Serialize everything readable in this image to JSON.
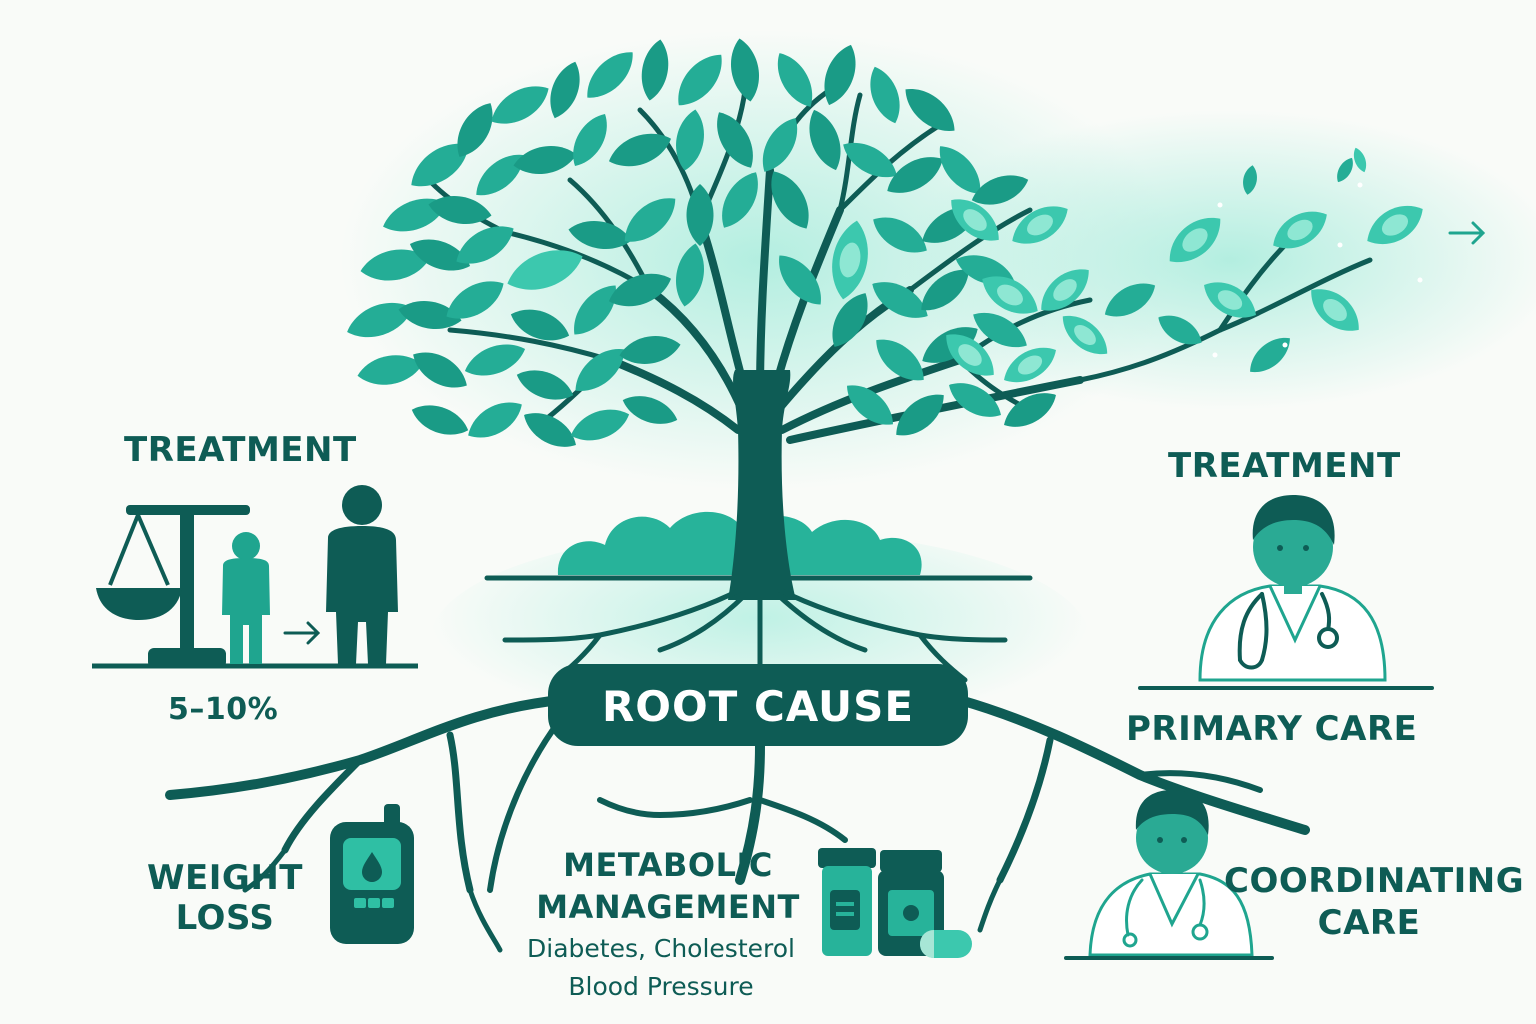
{
  "colors": {
    "background": "#f9fbf8",
    "dark_teal": "#0e5c55",
    "teal": "#1fa58f",
    "light_teal": "#3cc8ae",
    "glow": "#a7ecdc"
  },
  "root": {
    "label": "ROOT CAUSE"
  },
  "left_treatment": {
    "heading": "TREATMENT",
    "value": "5–10%"
  },
  "right_treatment": {
    "heading": "TREATMENT",
    "label": "PRIMARY CARE"
  },
  "weight_loss": {
    "line1": "WEIGHT",
    "line2": "LOSS"
  },
  "metabolic": {
    "line1": "METABOLIC",
    "line2": "MANAGEMENT",
    "detail1": "Diabetes, Cholesterol",
    "detail2": "Blood Pressure"
  },
  "coordinating": {
    "line1": "COORDINATING",
    "line2": "CARE"
  },
  "icons": [
    "tree-icon",
    "scale-icon",
    "person-small-icon",
    "person-large-icon",
    "arrow-right-icon",
    "glucose-meter-icon",
    "medicine-bottles-icon",
    "capsule-icon",
    "doctor-icon",
    "stethoscope-icon"
  ]
}
